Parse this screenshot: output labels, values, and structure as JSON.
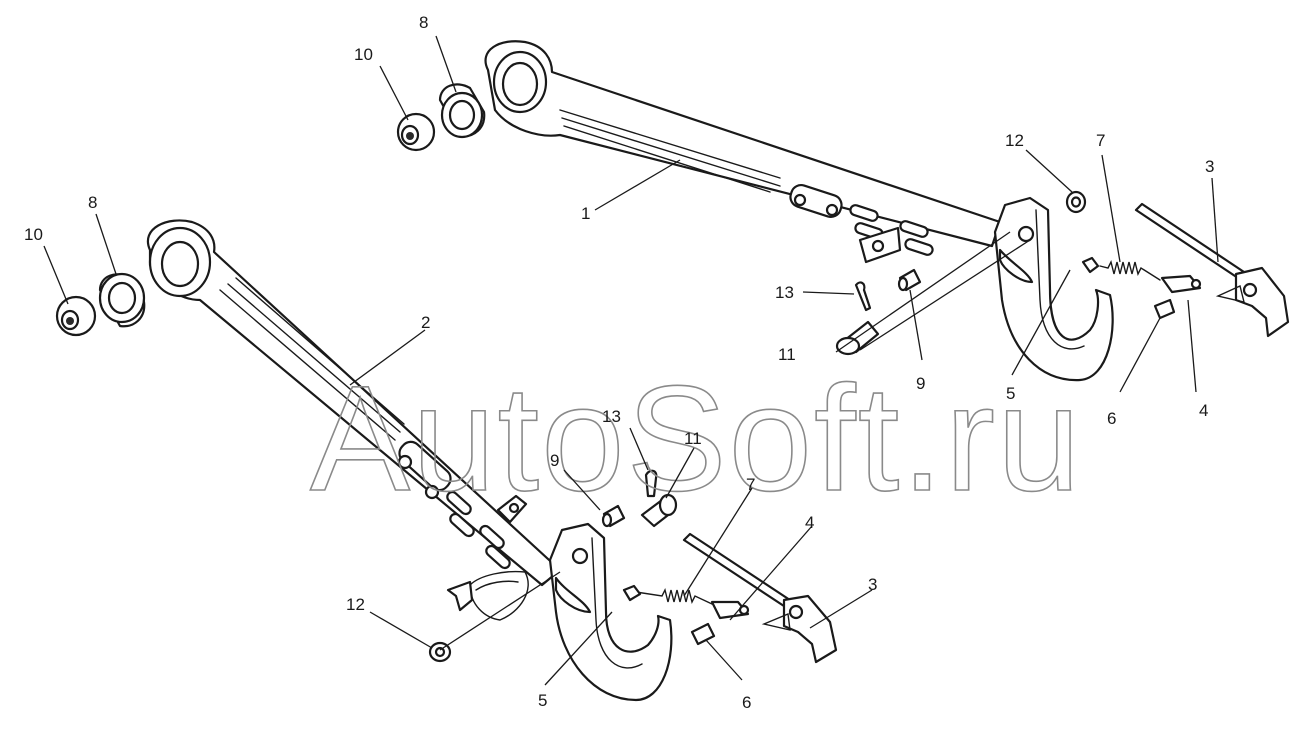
{
  "watermark": "AutoSoft.ru",
  "callouts": {
    "c1": "1",
    "c2": "2",
    "c3a": "3",
    "c3b": "3",
    "c4a": "4",
    "c4b": "4",
    "c5a": "5",
    "c5b": "5",
    "c6a": "6",
    "c6b": "6",
    "c7a": "7",
    "c7b": "7",
    "c8a": "8",
    "c8b": "8",
    "c9a": "9",
    "c9b": "9",
    "c10a": "10",
    "c10b": "10",
    "c11a": "11",
    "c11b": "11",
    "c12a": "12",
    "c12b": "12",
    "c13a": "13",
    "c13b": "13"
  }
}
